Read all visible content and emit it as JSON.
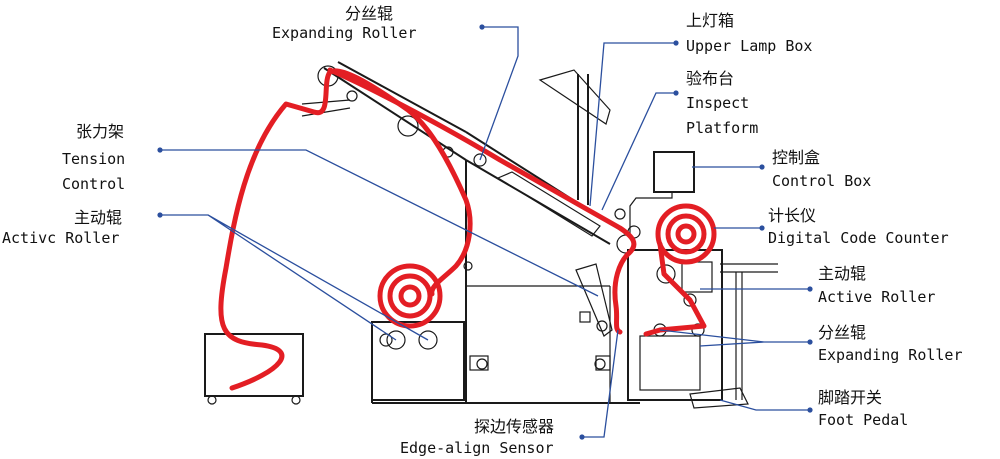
{
  "colors": {
    "web": "#e31e24",
    "leader": "#2b4f9e",
    "machine": "#1a1a1a",
    "text": "#111111"
  },
  "labels": {
    "expanding_roller_top": {
      "cn": "分丝辊",
      "en": "Expanding Roller"
    },
    "upper_lamp_box": {
      "cn": "上灯箱",
      "en": "Upper Lamp Box"
    },
    "inspect_platform": {
      "cn": "验布台",
      "en": "Inspect",
      "en2": "Platform"
    },
    "tension_control": {
      "cn": "张力架",
      "en": "Tension",
      "en2": "Control"
    },
    "control_box": {
      "cn": "控制盒",
      "en": "Control Box"
    },
    "active_roller_left": {
      "cn": "主动辊",
      "en": "Activc Roller"
    },
    "digital_code_counter": {
      "cn": "计长仪",
      "en": "Digital Code Counter"
    },
    "active_roller_right": {
      "cn": "主动辊",
      "en": "Active Roller"
    },
    "expanding_roller_right": {
      "cn": "分丝辊",
      "en": "Expanding Roller"
    },
    "foot_pedal": {
      "cn": "脚踏开关",
      "en": "Foot Pedal"
    },
    "edge_align_sensor": {
      "cn": "探边传感器",
      "en": "Edge-align Sensor"
    }
  }
}
